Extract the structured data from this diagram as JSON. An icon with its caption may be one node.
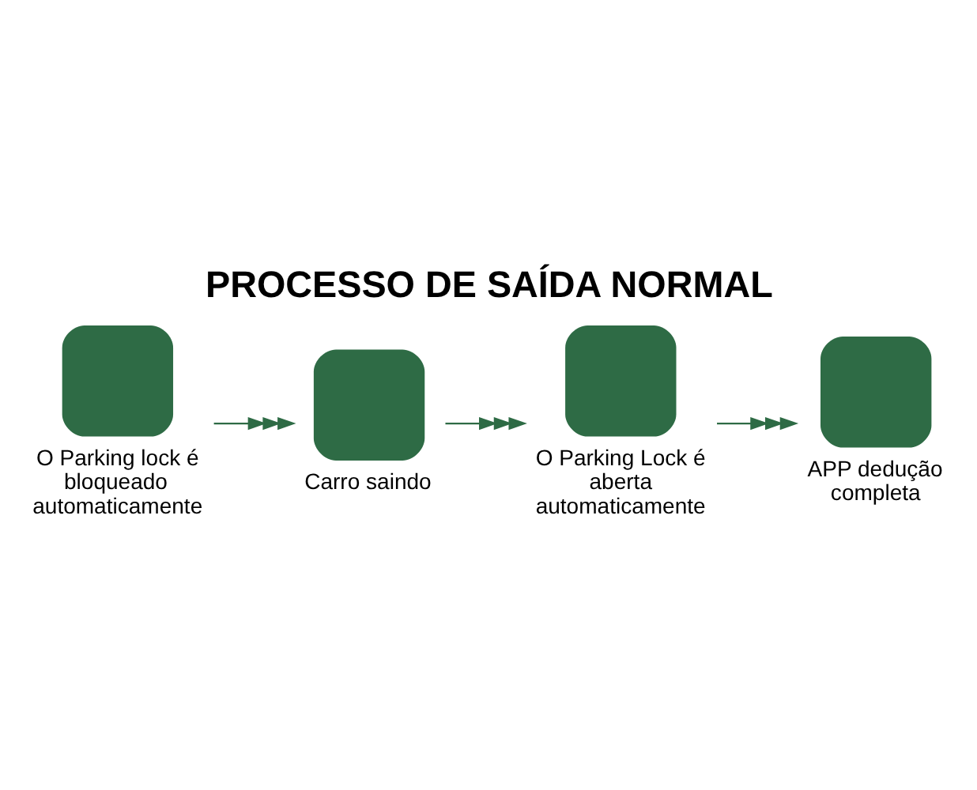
{
  "diagram": {
    "title": "PROCESSO DE SAÍDA NORMAL",
    "nodes": [
      {
        "text": [
          "O Parking lock é bloqueado automaticamente"
        ]
      },
      {
        "text": [
          "Carro saindo"
        ]
      },
      {
        "text": [
          "O Parking Lock é aberta automaticamente"
        ]
      },
      {
        "text": [
          "APP dedução completa"
        ]
      }
    ],
    "edges": [
      {
        "from": 0,
        "to": 1,
        "arrow": "to"
      },
      {
        "from": 1,
        "to": 2,
        "arrow": "to"
      },
      {
        "from": 2,
        "to": 3,
        "arrow": "to"
      }
    ]
  }
}
